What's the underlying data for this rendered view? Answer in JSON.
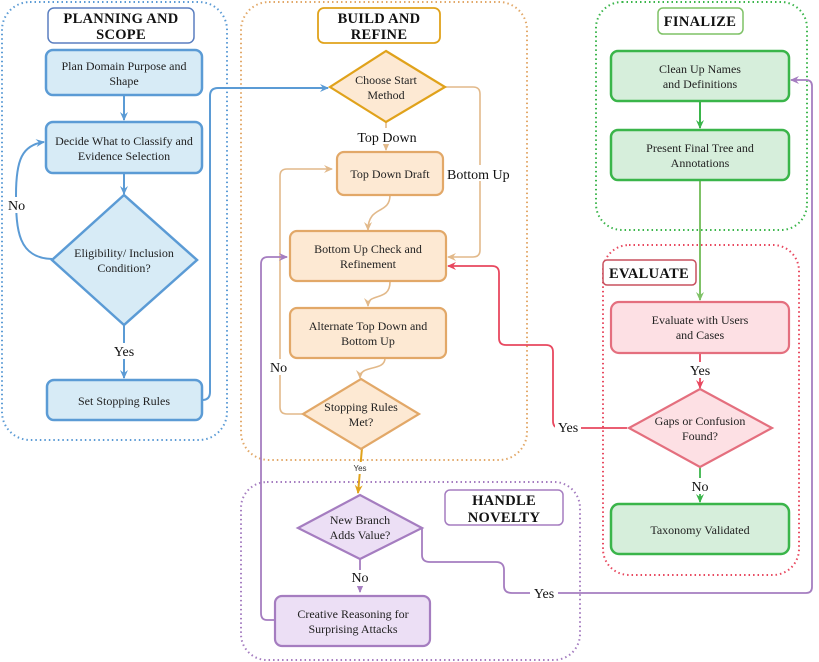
{
  "colors": {
    "blue_stroke": "#5b9bd5",
    "blue_fill": "#d7ebf6",
    "orange_stroke": "#e2a868",
    "orange_fill": "#fde9d3",
    "gold": "#e0a21b",
    "green_stroke": "#3ab54a",
    "green_fill": "#d6eedb",
    "green_edge": "#7fc267",
    "red_stroke": "#e46f7e",
    "red_fill": "#fde0e4",
    "red_edge": "#e8485f",
    "purple_stroke": "#a57dc0",
    "purple_fill": "#ecdff5",
    "tan_edge": "#e2b98a"
  },
  "groups": {
    "planning": {
      "title_line1": "PLANNING AND",
      "title_line2": "SCOPE"
    },
    "build": {
      "title_line1": "BUILD AND",
      "title_line2": "REFINE"
    },
    "finalize": {
      "title": "FINALIZE"
    },
    "evaluate": {
      "title": "EVALUATE"
    },
    "novelty": {
      "title_line1": "HANDLE",
      "title_line2": "NOVELTY"
    }
  },
  "nodes": {
    "plan_domain": {
      "line1": "Plan Domain Purpose and",
      "line2": "Shape"
    },
    "decide_classify": {
      "line1": "Decide What to Classify and",
      "line2": "Evidence Selection"
    },
    "eligibility": {
      "line1": "Eligibility/ Inclusion",
      "line2": "Condition?"
    },
    "set_stopping": {
      "line1": "Set Stopping Rules"
    },
    "choose_start": {
      "line1": "Choose Start",
      "line2": "Method"
    },
    "top_down_draft": {
      "line1": "Top Down Draft"
    },
    "bottom_up_check": {
      "line1": "Bottom Up Check and",
      "line2": "Refinement"
    },
    "alternate": {
      "line1": "Alternate Top Down and",
      "line2": "Bottom Up"
    },
    "stopping_met": {
      "line1": "Stopping Rules",
      "line2": "Met?"
    },
    "new_branch": {
      "line1": "New Branch",
      "line2": "Adds Value?"
    },
    "creative": {
      "line1": "Creative Reasoning for",
      "line2": "Surprising Attacks"
    },
    "clean_up": {
      "line1": "Clean Up Names",
      "line2": "and Definitions"
    },
    "present_final": {
      "line1": "Present Final Tree and",
      "line2": "Annotations"
    },
    "evaluate_users": {
      "line1": "Evaluate with Users",
      "line2": "and Cases"
    },
    "gaps": {
      "line1": "Gaps or Confusion",
      "line2": "Found?"
    },
    "validated": {
      "line1": "Taxonomy Validated"
    }
  },
  "edge_labels": {
    "eligibility_no": "No",
    "eligibility_yes": "Yes",
    "top_down": "Top Down",
    "bottom_up": "Bottom Up",
    "stopping_no": "No",
    "stopping_yes": "Yes",
    "branch_no": "No",
    "branch_yes": "Yes",
    "evaluate_yes": "Yes",
    "gaps_yes": "Yes",
    "gaps_no": "No"
  }
}
